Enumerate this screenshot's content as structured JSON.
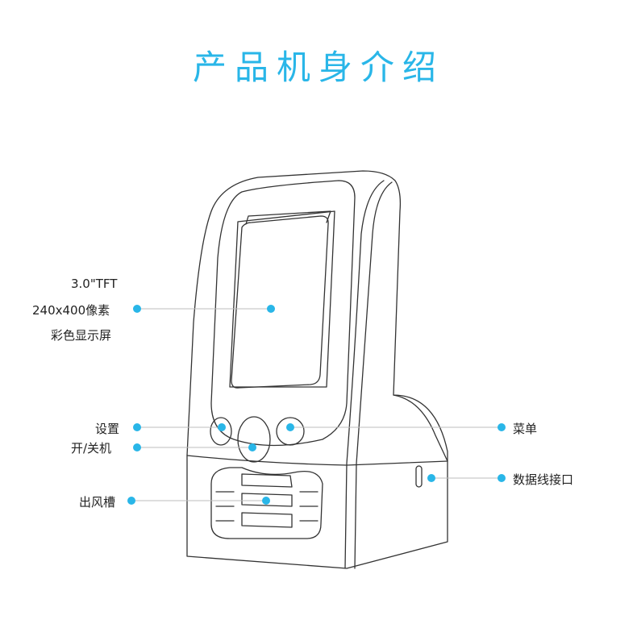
{
  "title": "产品机身介绍",
  "colors": {
    "accent": "#29b6e8",
    "line": "#333333",
    "leader": "#bdbdbd"
  },
  "labels": {
    "screen_line1": "3.0\"TFT",
    "screen_line2": "240x400像素",
    "screen_line3": "彩色显示屏",
    "settings": "设置",
    "power": "开/关机",
    "vent": "出风槽",
    "menu": "菜单",
    "data_port": "数据线接口"
  }
}
